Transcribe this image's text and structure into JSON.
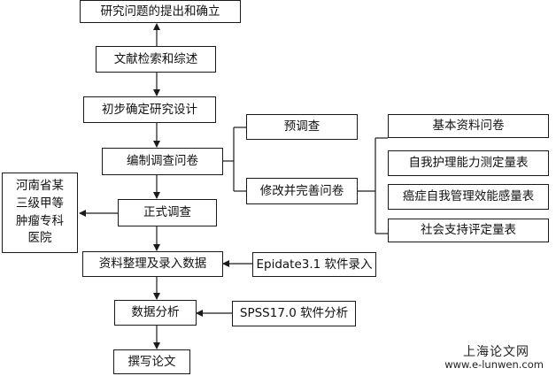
{
  "flowchart": {
    "main_steps": [
      "研究问题的提出和确立",
      "文献检索和综述",
      "初步确定研究设计",
      "编制调查问卷",
      "正式调查",
      "资料整理及录入数据",
      "数据分析",
      "撰写论文"
    ],
    "questionnaire_branches": [
      "预调查",
      "修改并完善问卷"
    ],
    "questionnaire_components": [
      "基本资料问卷",
      "自我护理能力测定量表",
      "癌症自我管理效能感量表",
      "社会支持评定量表"
    ],
    "survey_site_lines": [
      "河南省某",
      "三级甲等",
      "肿瘤专科",
      "医院"
    ],
    "data_entry_tool": "Epidate3.1 软件录入",
    "analysis_tool": "SPSS17.0 软件分析"
  },
  "watermark": {
    "site_name": "上海论文网",
    "url": "www.e-lunwen.com"
  }
}
